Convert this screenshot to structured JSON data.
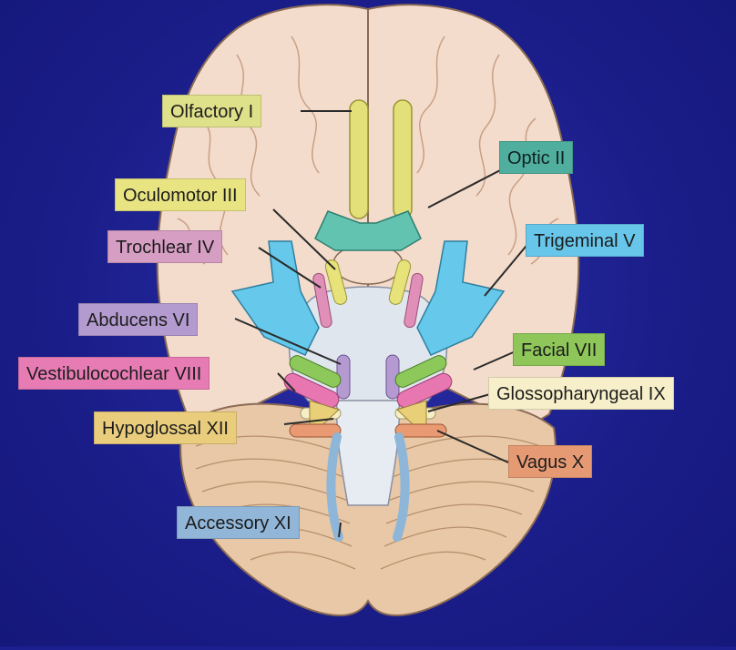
{
  "colors": {
    "background": "#1b1f8f",
    "brain_fill": "#f3dccb",
    "brain_stroke": "#8a6a55",
    "cerebellum_fill": "#e8c8a6",
    "brainstem_fill": "#dfe6ee",
    "olfactory": "#e3e07a",
    "optic": "#62c4b0",
    "oculomotor": "#e8e27a",
    "trochlear": "#e08fb9",
    "trigeminal": "#66c8ea",
    "abducens": "#b59ad1",
    "facial": "#8cc85a",
    "vestibulocochlear": "#e876b0",
    "glossopharyngeal": "#f6eec4",
    "vagus": "#e99a73",
    "hypoglossal": "#e9cf78",
    "accessory": "#8eb6d8"
  },
  "labels": {
    "olfactory": "Olfactory I",
    "optic": "Optic II",
    "oculomotor": "Oculomotor III",
    "trochlear": "Trochlear IV",
    "trigeminal": "Trigeminal V",
    "abducens": "Abducens VI",
    "facial": "Facial VII",
    "vestibulocochlear": "Vestibulocochlear VIII",
    "glossopharyngeal": "Glossopharyngeal IX",
    "vagus": "Vagus X",
    "hypoglossal": "Hypoglossal XII",
    "accessory": "Accessory XI"
  }
}
